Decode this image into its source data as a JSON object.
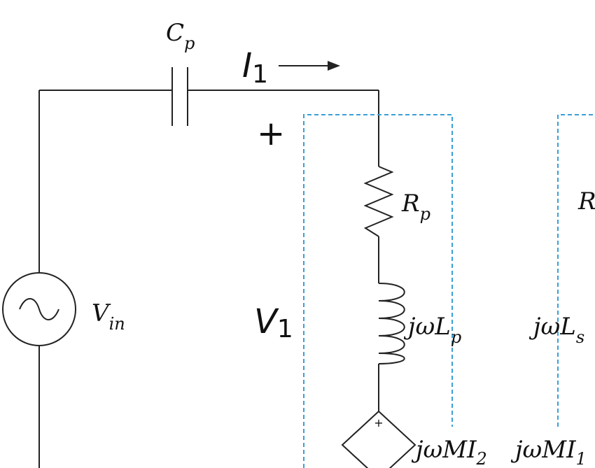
{
  "diagram": {
    "labels": {
      "cp": "C",
      "cp_sub": "p",
      "i1": "I",
      "i1_sub": "1",
      "plus": "+",
      "rp": "R",
      "rp_sub": "p",
      "r_right": "R",
      "vin": "V",
      "vin_sub": "in",
      "v1": "V",
      "v1_sub": "1",
      "jwlp": "jωL",
      "jwlp_sub": "p",
      "jwls": "jωL",
      "jwls_sub": "s",
      "jwmi2": "jωMI",
      "jwmi2_sub": "2",
      "jwmi1": "jωMI",
      "jwmi1_sub": "1",
      "dep_plus": "+"
    },
    "colors": {
      "wire": "#222222",
      "dashed_box": "#3b9fd6"
    },
    "icons": {
      "source": "ac-source-icon",
      "resistor": "resistor-icon",
      "inductor": "inductor-icon",
      "capacitor": "capacitor-icon",
      "dependent_source": "dependent-voltage-source-icon",
      "arrow": "current-arrow-icon"
    }
  }
}
